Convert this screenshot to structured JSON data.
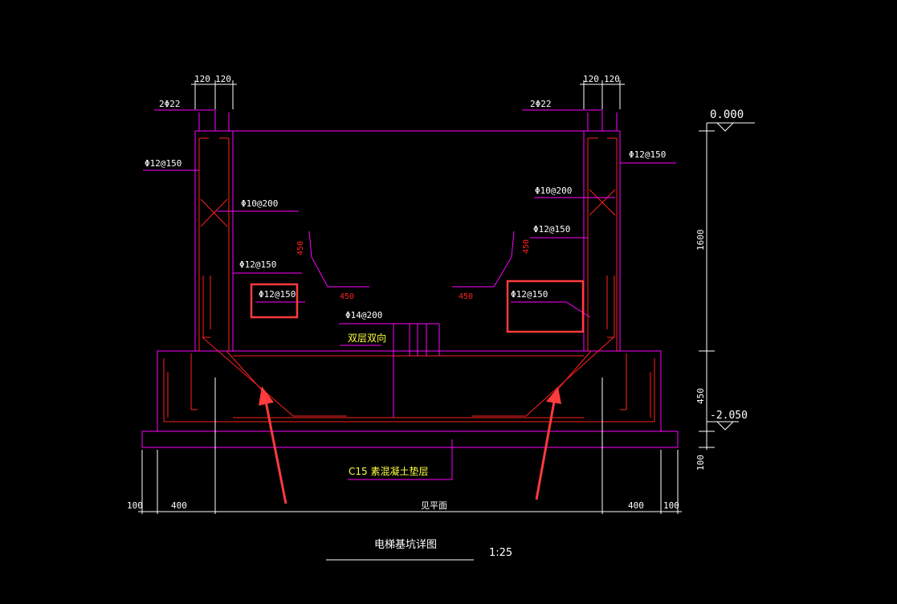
{
  "drawing": {
    "title": "电梯基坑详图",
    "scale": "1:25",
    "colors": {
      "background": "#000000",
      "outline": "#ff00ff",
      "rebar": "#ff2020",
      "dimension": "#ffffff",
      "note": "#ffff40",
      "highlight": "#ff3b3b"
    },
    "labels": {
      "top_left_bars": "2Φ22",
      "top_right_bars": "2Φ22",
      "left_wall_outer": "Φ12@150",
      "right_wall_outer": "Φ12@150",
      "left_stirrup": "Φ10@200",
      "right_stirrup": "Φ10@200",
      "left_inner": "Φ12@150",
      "right_inner": "Φ12@150",
      "left_boxed": "Φ12@150",
      "right_boxed": "Φ12@150",
      "slab_bars": "Φ14@200",
      "slab_note": "双层双向",
      "cushion": "C15 素混凝土垫层"
    },
    "red_dims": {
      "left_vertical": "450",
      "left_horizontal": "450",
      "right_vertical": "450",
      "right_horizontal": "450"
    },
    "dims": {
      "top_left_a": "120",
      "top_left_b": "120",
      "top_right_a": "120",
      "top_right_b": "120",
      "elev_top": "0.000",
      "elev_bottom": "-2.050",
      "right_1": "1600",
      "right_2": "450",
      "right_3": "100",
      "bottom_left_1": "100",
      "bottom_left_2": "400",
      "bottom_mid": "见平面",
      "bottom_right_1": "400",
      "bottom_right_2": "100"
    }
  }
}
